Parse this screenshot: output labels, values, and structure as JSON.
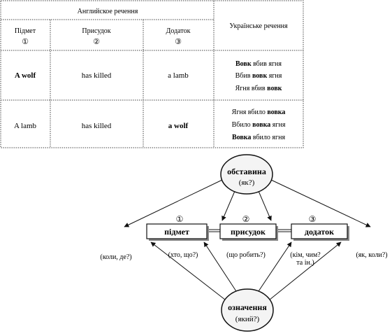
{
  "table": {
    "english_header": "Английское речення",
    "ukrainian_header": "Українське речення",
    "col_subject": "Підмет",
    "col_predicate": "Присудок",
    "col_object": "Додаток",
    "num1": "①",
    "num2": "②",
    "num3": "③",
    "rows": [
      {
        "subject": "A wolf",
        "predicate": "has killed",
        "object": "a lamb",
        "ua": [
          {
            "pre": "",
            "bold": "Вовк",
            "post": " вбив ягня"
          },
          {
            "pre": "Вбив ",
            "bold": "вовк",
            "post": " ягня"
          },
          {
            "pre": "Ягня вбив ",
            "bold": "вовк",
            "post": ""
          }
        ]
      },
      {
        "subject": "A lamb",
        "predicate": "has killed",
        "object": "a wolf",
        "ua": [
          {
            "pre": "Ягня вбило ",
            "bold": "вовка",
            "post": ""
          },
          {
            "pre": "Вбило ",
            "bold": "вовка",
            "post": " ягня"
          },
          {
            "pre": "",
            "bold": "Вовка",
            "post": " вбило ягня"
          }
        ]
      }
    ]
  },
  "diagram": {
    "top_node": {
      "title": "обставина",
      "question": "(як?)"
    },
    "bottom_node": {
      "title": "означення",
      "question": "(який?)"
    },
    "boxes": {
      "subject": "підмет",
      "predicate": "присудок",
      "object": "додаток"
    },
    "num1": "①",
    "num2": "②",
    "num3": "③",
    "labels": {
      "left_question": "(коли, де?)",
      "subject_question": "(хто, що?)",
      "predicate_question": "(що робить?)",
      "object_question_line1": "(кім, чим?",
      "object_question_line2": "та ін.)",
      "right_question": "(як, коли?)"
    }
  }
}
